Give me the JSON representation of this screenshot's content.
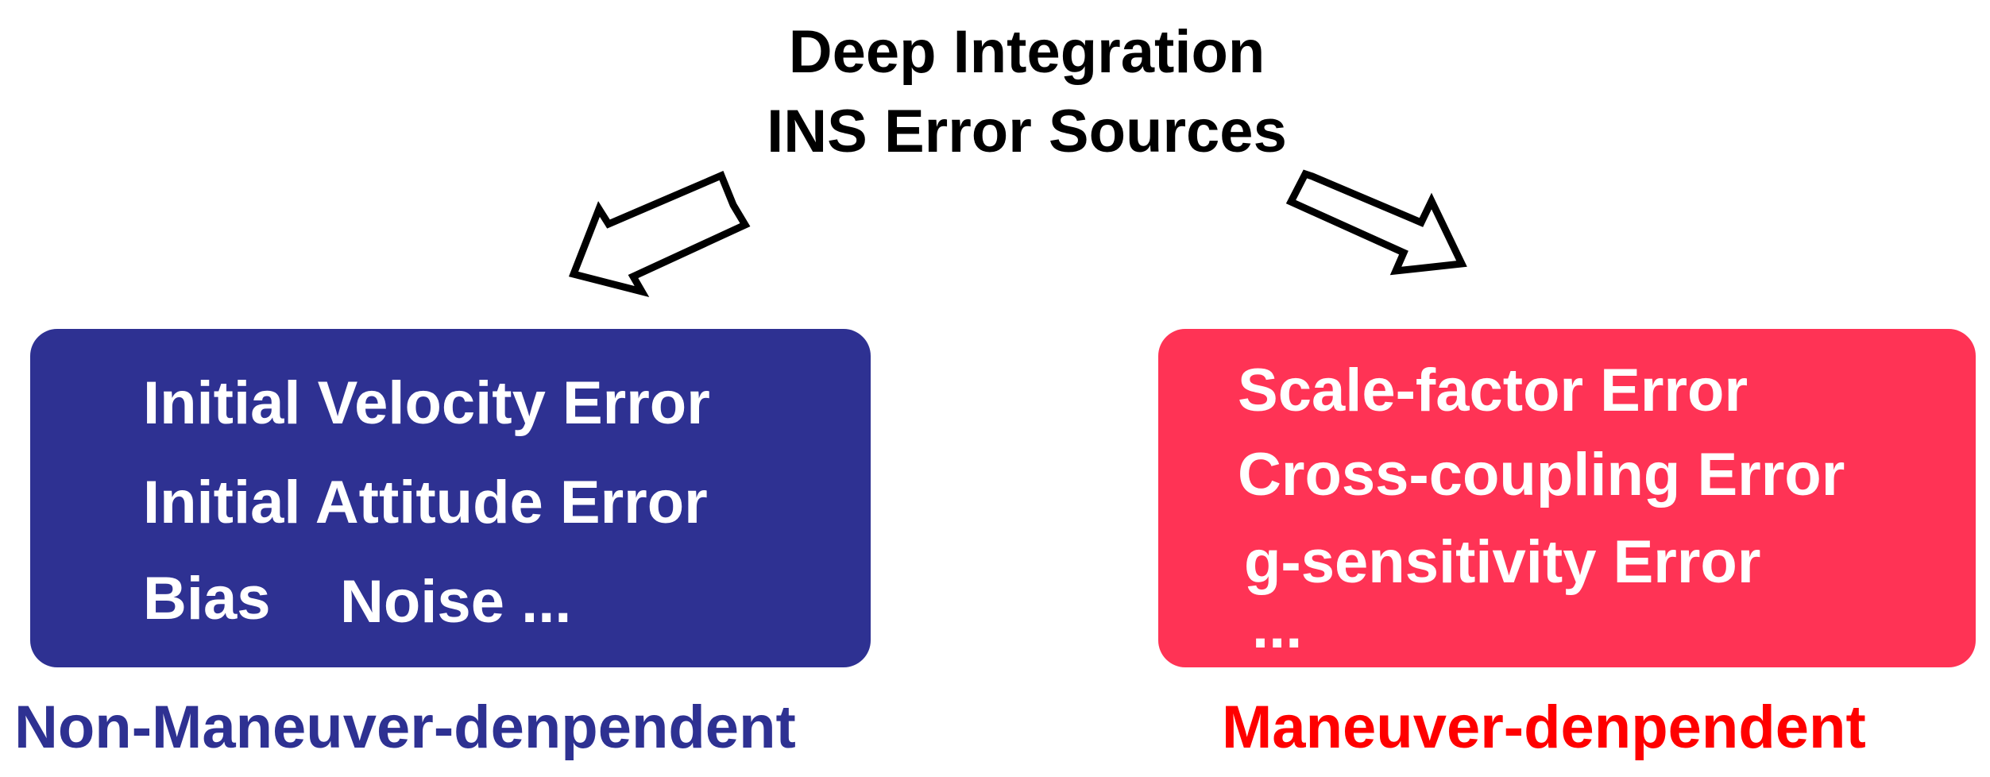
{
  "title": {
    "line1": "Deep Integration",
    "line2": "INS Error Sources"
  },
  "left_group": {
    "color": "#2E3192",
    "items": {
      "velocity": "Initial Velocity Error",
      "attitude": "Initial Attitude Error",
      "bias": "Bias",
      "noise": "Noise ..."
    },
    "caption": "Non-Maneuver-denpendent"
  },
  "right_group": {
    "color": "#FF3355",
    "caption_color": "#FF0000",
    "items": {
      "scale_factor": "Scale-factor Error",
      "cross_coupling": "Cross-coupling Error",
      "g_sensitivity": "g-sensitivity Error",
      "more": "..."
    },
    "caption": "Maneuver-denpendent"
  },
  "arrows": {
    "left": "hollow-arrow-down-left",
    "right": "hollow-arrow-down-right"
  }
}
